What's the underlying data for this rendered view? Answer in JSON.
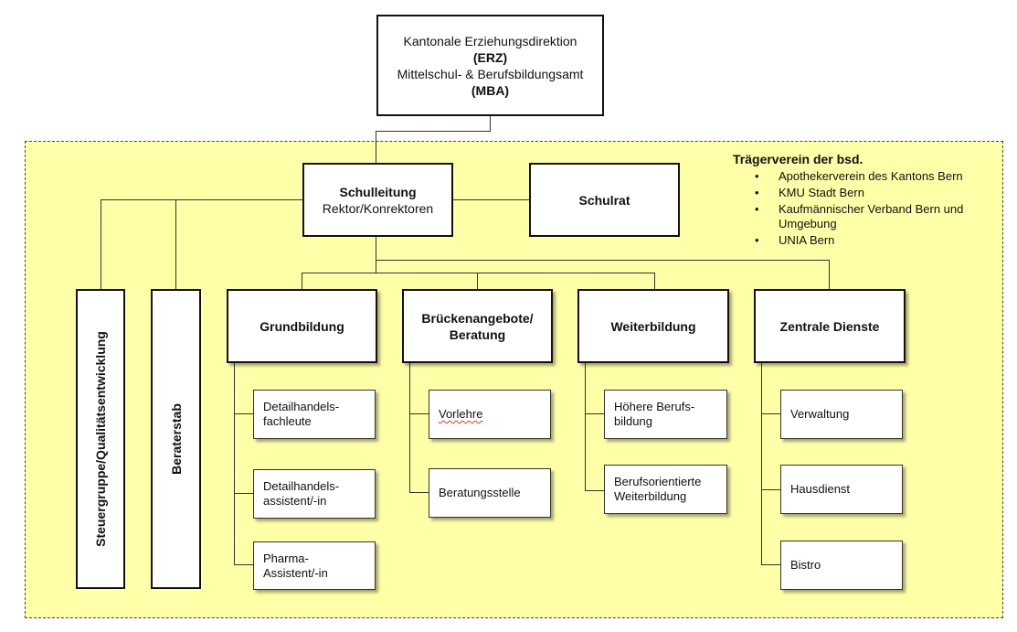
{
  "top": {
    "line1": "Kantonale  Erziehungsdirektion",
    "line2": "(ERZ)",
    "line3": "Mittelschul-  & Berufsbildungsamt",
    "line4": "(MBA)"
  },
  "leitung": {
    "title": "Schulleitung",
    "subtitle": "Rektor/Konrektoren"
  },
  "schulrat": "Schulrat",
  "traeger": {
    "title": "Trägerverein  der bsd.",
    "items": [
      "Apothekerverein des Kantons Bern",
      "KMU Stadt Bern",
      "Kaufmännischer Verband Bern und Umgebung",
      "UNIA Bern"
    ]
  },
  "vertical": {
    "steuer": "Steuergruppe/Qualitätsentwicklung",
    "berater": "Beraterstab"
  },
  "divisions": [
    {
      "title": "Grundbildung",
      "items": [
        "Detailhandels-\nfachleute",
        "Detailhandels-\nassistent/-in",
        "Pharma-\nAssistent/-in"
      ]
    },
    {
      "title": "Brückenangebote/\nBeratung",
      "items": [
        "Vorlehre",
        "Beratungsstelle"
      ]
    },
    {
      "title": "Weiterbildung",
      "items": [
        "Höhere Berufs-\nbildung",
        "Berufsorientierte\nWeiterbildung"
      ]
    },
    {
      "title": "Zentrale  Dienste",
      "items": [
        "Verwaltung",
        "Hausdienst",
        "Bistro"
      ]
    }
  ]
}
